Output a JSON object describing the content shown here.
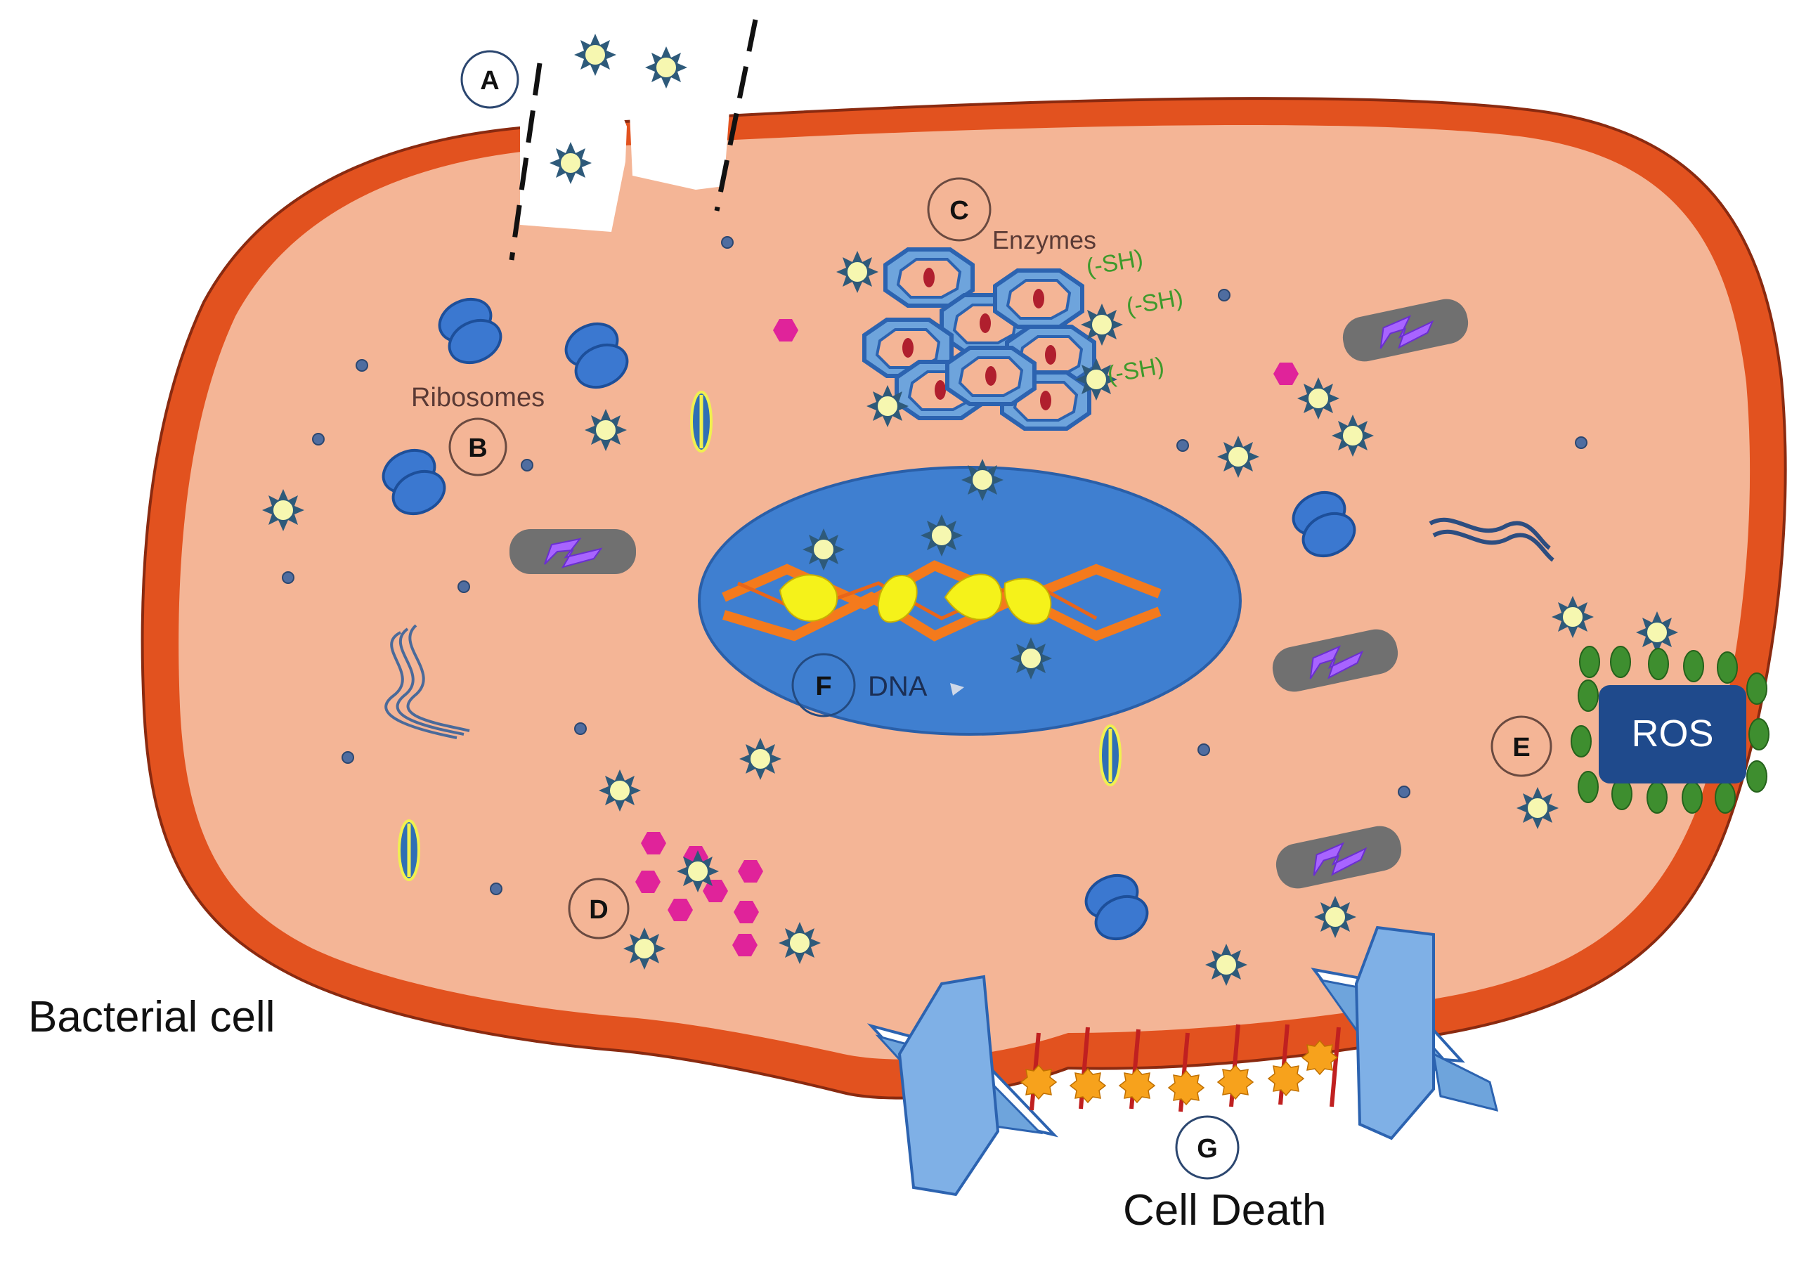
{
  "labels": {
    "A": "A",
    "B": "B",
    "C": "C",
    "D": "D",
    "E": "E",
    "F": "F",
    "G": "G"
  },
  "text": {
    "ribosomes": "Ribosomes",
    "enzymes": "Enzymes",
    "sh1": "(-SH)",
    "sh2": "(-SH)",
    "sh3": "(-SH)",
    "dna": "DNA",
    "ros": "ROS",
    "bacterial_cell": "Bacterial cell",
    "cell_death": "Cell Death"
  },
  "colors": {
    "cell_wall": "#e2521f",
    "wall_outline": "#8a2a10",
    "cytoplasm": "#f4b596",
    "nucleoid": "#3f7fd0",
    "ribosome": "#3b78d0",
    "nanoparticle_fill": "#f6f7b0",
    "nanoparticle_star": "#2e5a7a",
    "hexagon": "#e0239a",
    "ros_box": "#1f4a8c",
    "ros_bead": "#3e8e2f",
    "sh_text": "#3e9a2c",
    "channel": "#6ea4dc"
  }
}
